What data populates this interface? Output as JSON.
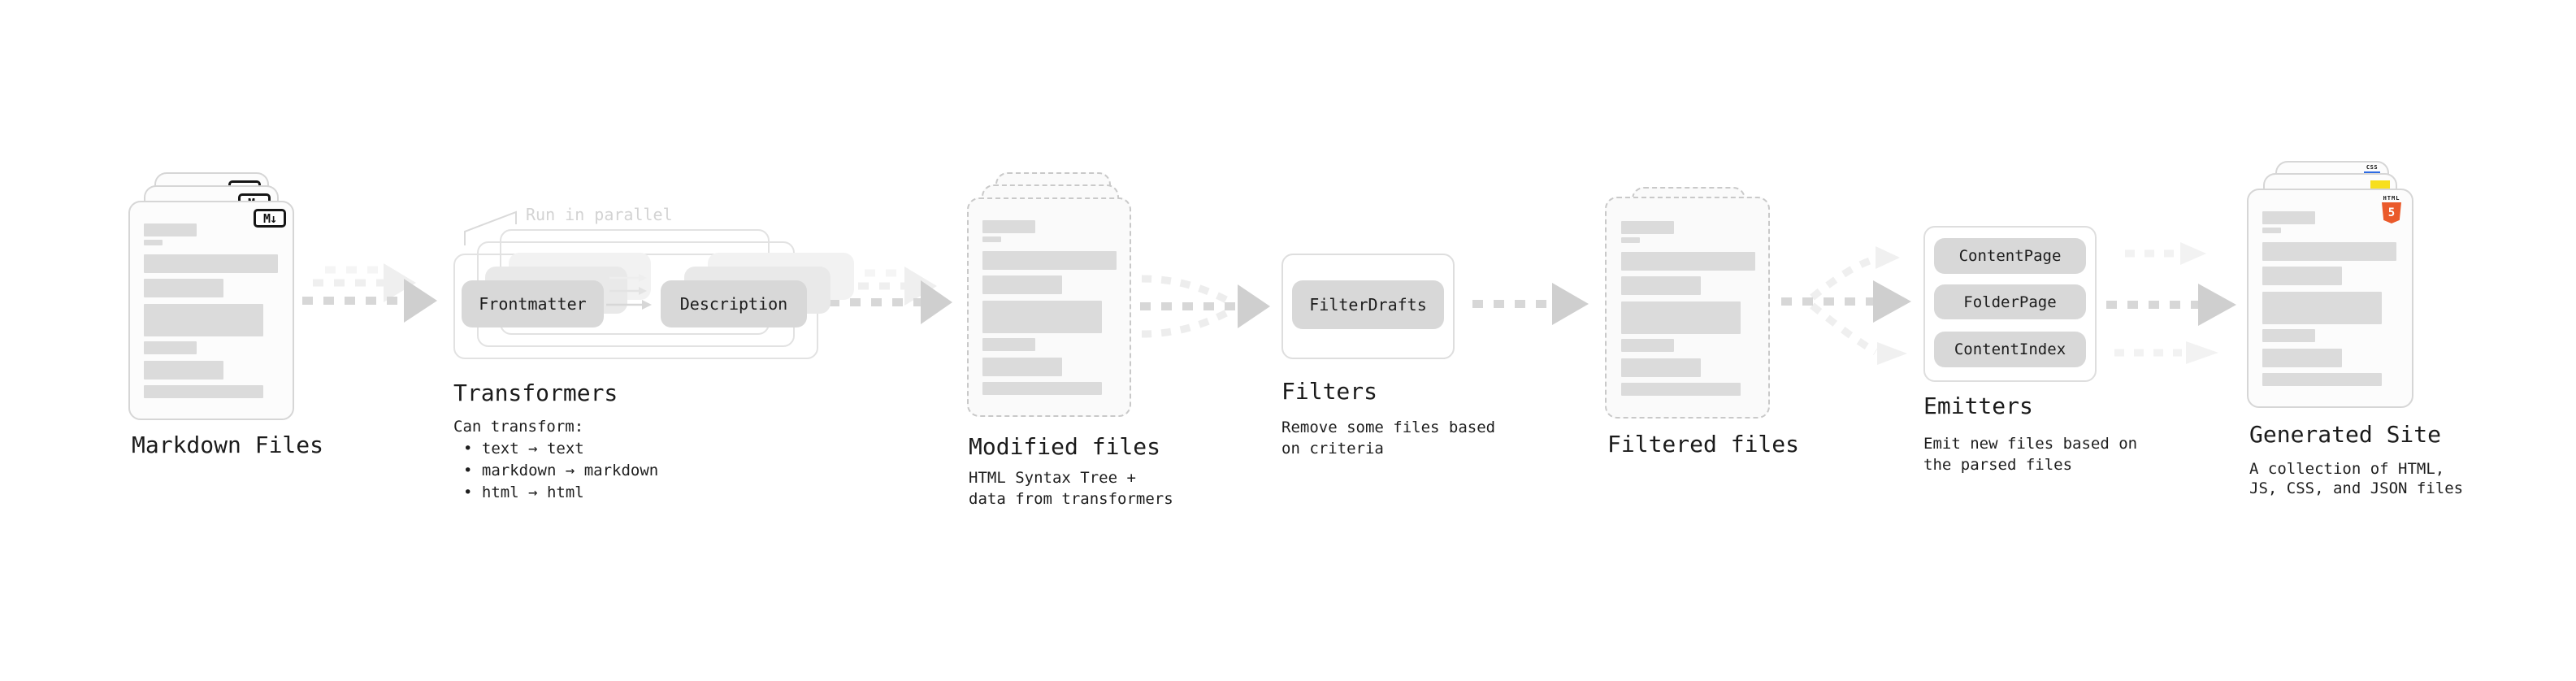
{
  "colors": {
    "arrow_main": "#d6d6d6",
    "arrow_head": "#cfcfcf",
    "arrow_ghost": "#efefef",
    "card_border": "#d6d6d6",
    "card_dashed_border": "#c9c9c9",
    "bar_fill": "#dbdbdb",
    "button_fill": "#d8d8d8",
    "panel_border": "#e2e2e2",
    "text_primary": "#1b1b1b",
    "callout_text": "#d3d3d3",
    "html5_orange": "#ea5a2b",
    "js_yellow": "#f7df1e",
    "css_blue": "#2d6be3"
  },
  "stages": {
    "markdown": {
      "label": "Markdown Files",
      "icon_text": "M↓"
    },
    "transformers": {
      "label": "Transformers",
      "callout": "Run in parallel",
      "frontmatter_button": "Frontmatter",
      "description_button": "Description",
      "body_title": "Can transform:",
      "bullets": [
        "• text → text",
        "• markdown → markdown",
        "• html → html"
      ]
    },
    "modified": {
      "label": "Modified files",
      "desc": [
        "HTML Syntax Tree +",
        "data from transformers"
      ]
    },
    "filters": {
      "label": "Filters",
      "button": "FilterDrafts",
      "desc": [
        "Remove some files based",
        "on criteria"
      ]
    },
    "filtered": {
      "label": "Filtered files"
    },
    "emitters": {
      "label": "Emitters",
      "buttons": [
        "ContentPage",
        "FolderPage",
        "ContentIndex"
      ],
      "desc": [
        "Emit new files based on",
        "the parsed files"
      ]
    },
    "generated": {
      "label": "Generated Site",
      "desc": [
        "A collection of HTML,",
        "JS, CSS, and JSON files"
      ],
      "html_badge_label": "HTML",
      "html_badge_number": "5",
      "css_badge_label": "CSS"
    }
  }
}
